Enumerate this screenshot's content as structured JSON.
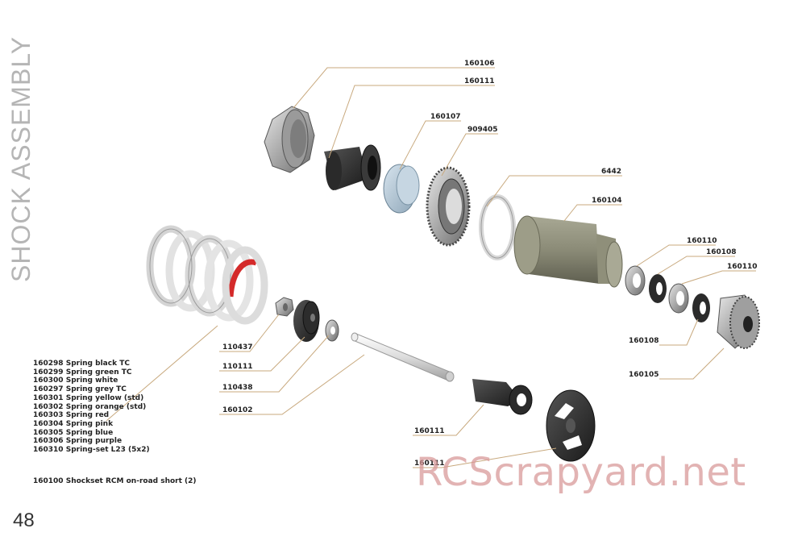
{
  "page": {
    "side_title": "SHOCK ASSEMBLY",
    "page_number": "48",
    "watermark": "RCScrapyard.net"
  },
  "callouts": {
    "c160106": "160106",
    "c160111_top": "160111",
    "c160107": "160107",
    "c909405": "909405",
    "c6442": "6442",
    "c160104": "160104",
    "c160110_a": "160110",
    "c160108_a": "160108",
    "c160110_b": "160110",
    "c160108_b": "160108",
    "c160105": "160105",
    "c110437": "110437",
    "c110111": "110111",
    "c110438": "110438",
    "c160102": "160102",
    "c160111_mid": "160111",
    "c160111_bottom": "160111"
  },
  "spring_list": [
    "160298 Spring black TC",
    "160299 Spring green TC",
    "160300 Spring white",
    "160297 Spring grey TC",
    "160301 Spring yellow (std)",
    "160302 Spring orange (std)",
    "160303 Spring red",
    "160304 Spring pink",
    "160305 Spring blue",
    "160306 Spring purple",
    "160310 Spring-set L23 (5x2)"
  ],
  "shockset": "160100 Shockset RCM on-road short (2)",
  "colors": {
    "leader": "#c8a97e",
    "part_dark": "#2e2e2e",
    "part_silver": "#b9b9b9",
    "cylinder": "#8c8c78",
    "bushing_blue": "#a9bfd0",
    "spring_red": "#d42a2a"
  }
}
